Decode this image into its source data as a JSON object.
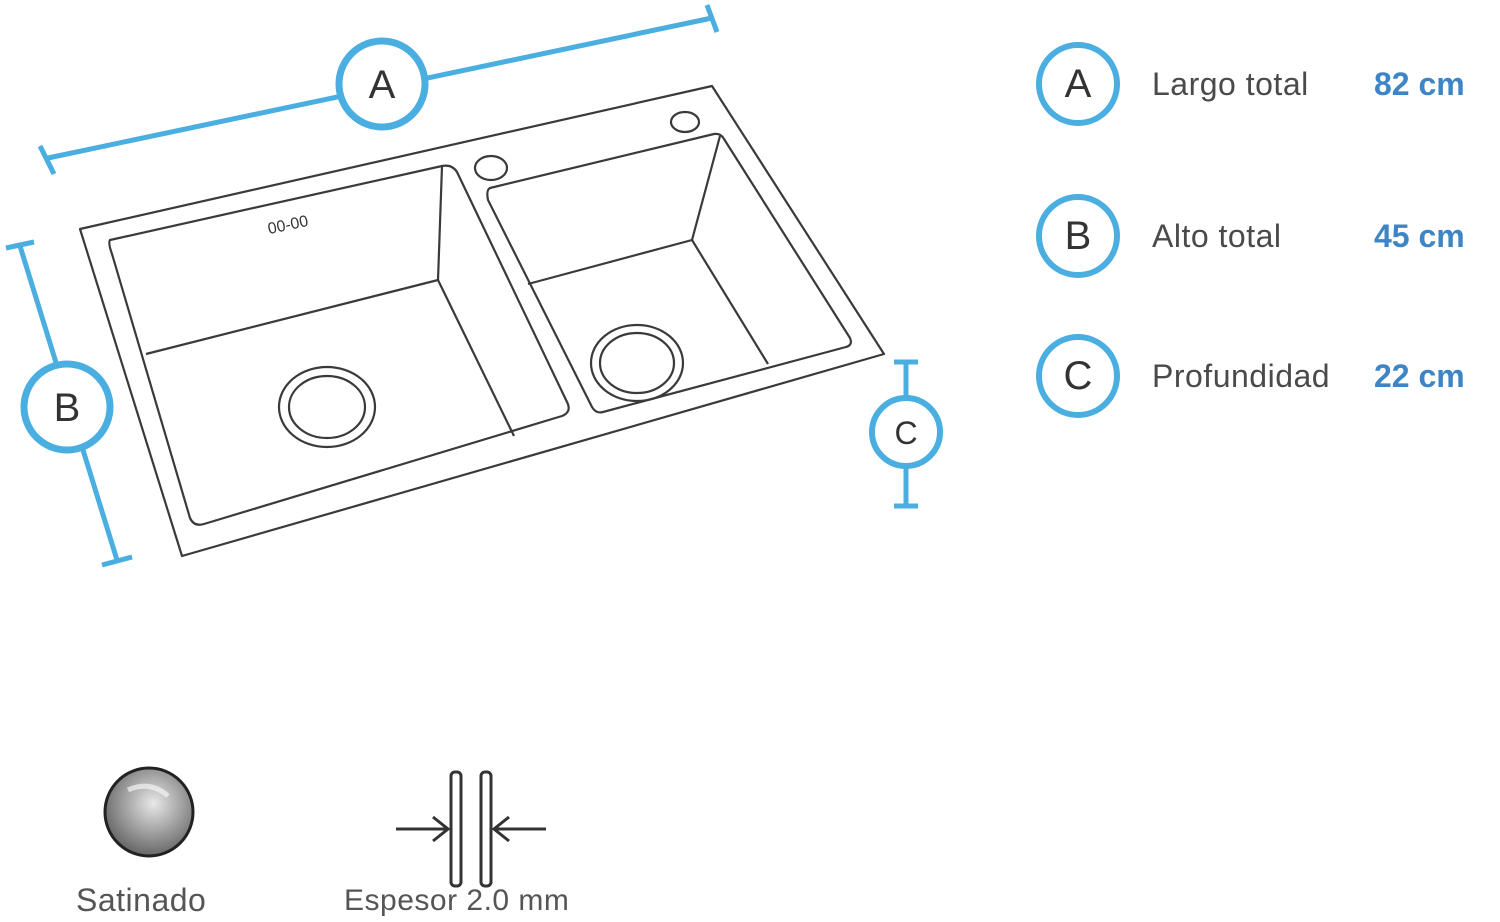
{
  "diagram": {
    "dimension_markers": [
      "A",
      "B",
      "C"
    ],
    "logo_text": "00-00",
    "accent_color": "#4aaee0",
    "line_color": "#3a3a3a"
  },
  "specs": [
    {
      "letter": "A",
      "label": "Largo total",
      "value": "82 cm"
    },
    {
      "letter": "B",
      "label": "Alto total",
      "value": "45 cm"
    },
    {
      "letter": "C",
      "label": "Profundidad",
      "value": "22 cm"
    }
  ],
  "finish": {
    "label": "Satinado",
    "icon": "satin-swatch-icon"
  },
  "thickness": {
    "label": "Espesor 2.0 mm",
    "icon": "thickness-arrows-icon"
  },
  "colors": {
    "accent": "#4aaee0",
    "value_text": "#3d85c6",
    "label_text": "#4a4a4a"
  }
}
